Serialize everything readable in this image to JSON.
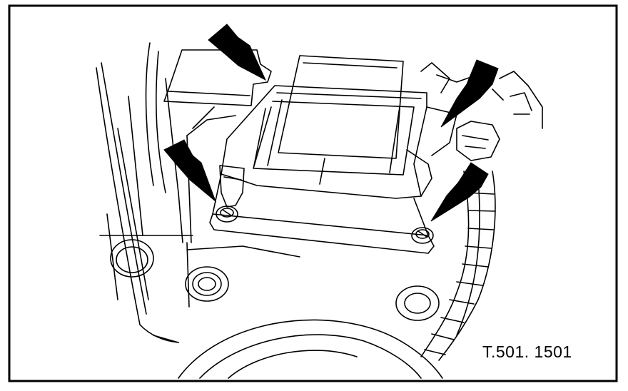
{
  "figure": {
    "reference": "T.501. 1501",
    "colors": {
      "ink": "#000000",
      "paper": "#ffffff"
    },
    "icons": [
      "locator-arrow",
      "mounting-bolt",
      "wiring-harness"
    ]
  }
}
